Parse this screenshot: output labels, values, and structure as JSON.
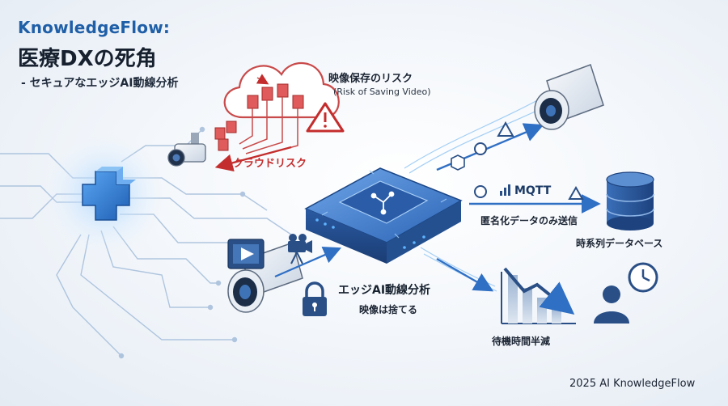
{
  "header": {
    "brand": "KnowledgeFlow:",
    "title": "医療DXの死角",
    "subtitle": "- セキュアなエッジAI動線分析"
  },
  "cloud_path": {
    "title": "映像保存のリスク",
    "subtitle": "(Risk of Saving Video)",
    "risk_label": "クラウドリスク"
  },
  "edge_path": {
    "title": "エッジAI動線分析",
    "caption": "映像は捨てる"
  },
  "outputs": {
    "protocol": "MQTT",
    "anonymized_label": "匿名化データのみ送信",
    "database_label": "時系列データベース",
    "result_label": "待機時間半減"
  },
  "footer": "2025 AI KnowledgeFlow",
  "icons": [
    "medical-cross-icon",
    "cloud-icon",
    "document-icon",
    "warning-icon",
    "security-camera-icon",
    "edge-ai-chip-icon",
    "video-camera-icon",
    "video-play-icon",
    "movie-camera-icon",
    "padlock-icon",
    "database-icon",
    "chart-down-icon",
    "person-icon",
    "clock-icon",
    "wifi-signal-icon",
    "triangle-icon",
    "circle-icon",
    "cube-icon"
  ],
  "colors": {
    "brand_blue": "#1f5fa8",
    "accent_blue": "#3d84d6",
    "risk_red": "#c42d2d",
    "navy": "#2a4f86"
  }
}
